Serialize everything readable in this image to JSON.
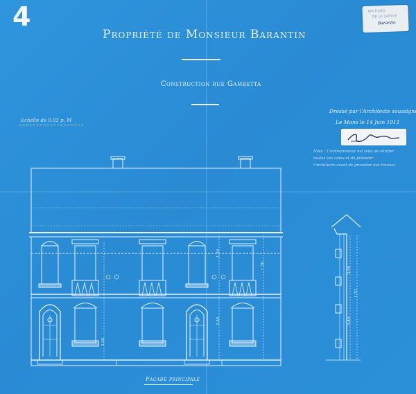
{
  "sheet": {
    "number": "4",
    "title": "Propriété de Monsieur Barantin",
    "subtitle": "Construction rue Gambetta",
    "scale": "Echelle de 0.02 p. M",
    "drawn_by": "Dressé par l'Architecte soussigné",
    "place_date": "Le Mans le 14 Juin 1911",
    "notes": [
      "Nota : L'entrepreneur est tenu de vérifier",
      "toutes ces cotes et de prévenir",
      "l'architecte avant de procéder aux travaux"
    ],
    "caption": "Façade principale"
  },
  "stamp": {
    "lines": [
      "ARCHIVES",
      "DE LA SARTHE",
      "Barantin"
    ]
  },
  "dimensions": [
    "1.50",
    "3.30",
    "1.50",
    "2.50",
    "3.40",
    "1.70",
    "2.30"
  ],
  "colors": {
    "paper": "#2b8fd7",
    "ink": "#e6f2ff"
  }
}
